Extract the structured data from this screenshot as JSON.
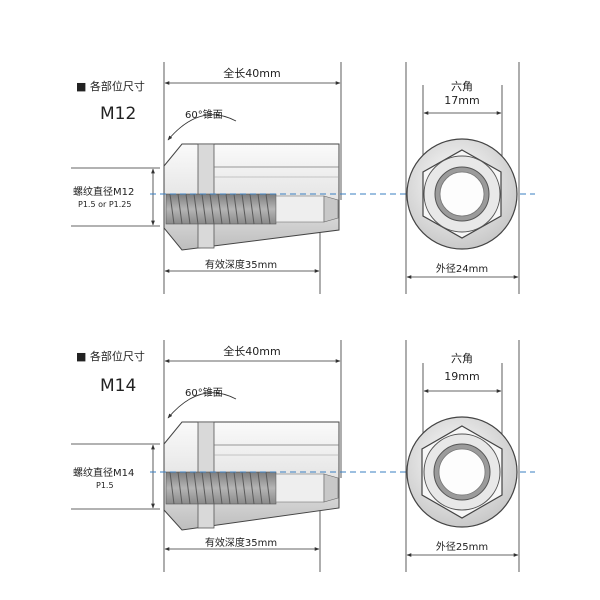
{
  "panels": [
    {
      "section_title": "■ 各部位尺寸",
      "model": "M12",
      "total_length": "全长40mm",
      "cone_angle": "60°锥面",
      "thread_label": "螺纹直径M12",
      "thread_pitch": "P1.5 or P1.25",
      "effective_depth": "有效深度35mm",
      "hex_label": "六角",
      "hex_size": "17mm",
      "outer_diameter": "外径24mm"
    },
    {
      "section_title": "■ 各部位尺寸",
      "model": "M14",
      "total_length": "全长40mm",
      "cone_angle": "60°锥面",
      "thread_label": "螺纹直径M14",
      "thread_pitch": "P1.5",
      "effective_depth": "有效深度35mm",
      "hex_label": "六角",
      "hex_size": "19mm",
      "outer_diameter": "外径25mm"
    }
  ],
  "colors": {
    "line": "#333333",
    "centerline": "#3a7fc1",
    "metal_light": "#f2f2f2",
    "metal_dark": "#9a9a9a",
    "text": "#222222"
  }
}
